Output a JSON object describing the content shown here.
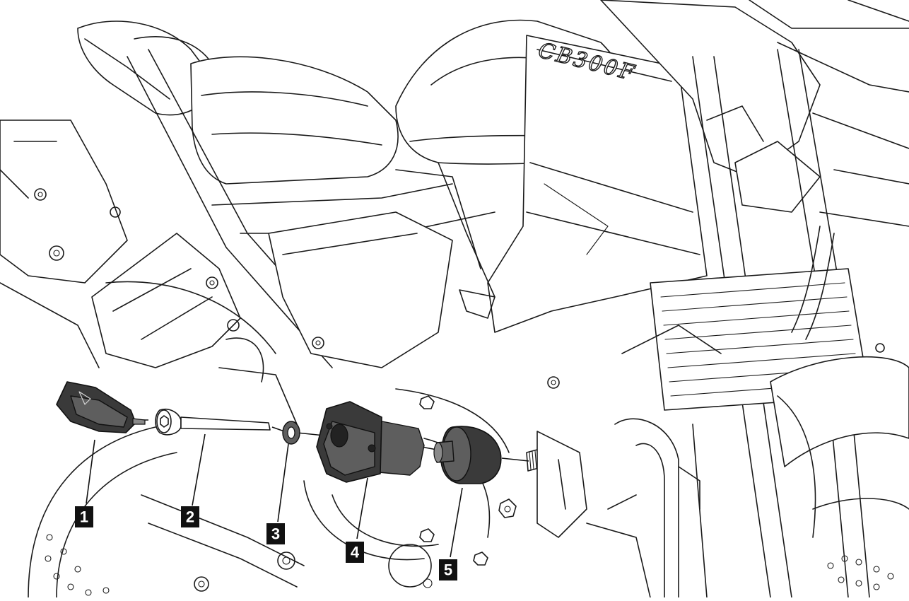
{
  "diagram": {
    "model_label": "CB300F",
    "callouts": [
      {
        "number": "1",
        "part": "slider-cap"
      },
      {
        "number": "2",
        "part": "bolt"
      },
      {
        "number": "3",
        "part": "washer"
      },
      {
        "number": "4",
        "part": "slider-body"
      },
      {
        "number": "5",
        "part": "spacer"
      }
    ],
    "colors": {
      "line": "#1a1a1a",
      "part_dark": "#3a3a3a",
      "badge": "#111111",
      "badge_text": "#ffffff",
      "background": "#ffffff"
    }
  }
}
